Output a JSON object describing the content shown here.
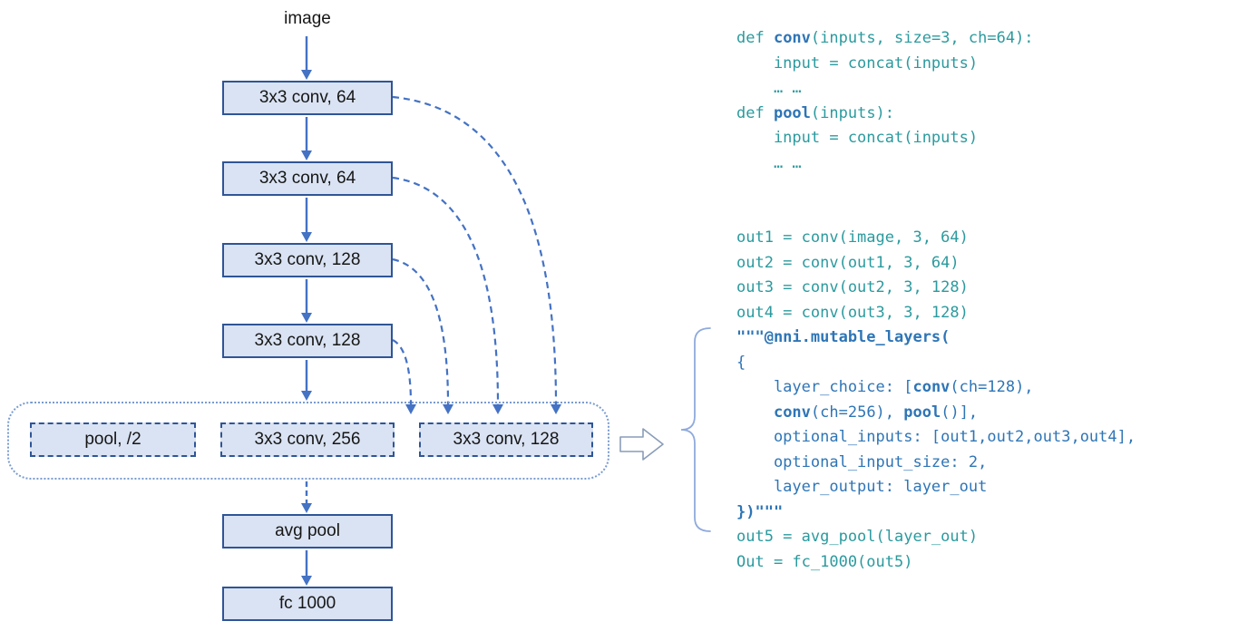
{
  "diagram": {
    "input_label": "image",
    "conv_layers": [
      "3x3 conv, 64",
      "3x3 conv, 64",
      "3x3 conv, 128",
      "3x3 conv, 128"
    ],
    "choice_layers": [
      "pool, /2",
      "3x3 conv, 256",
      "3x3 conv, 128"
    ],
    "tail_layers": [
      "avg pool",
      "fc 1000"
    ]
  },
  "colors": {
    "code_teal": "#2b9a9e",
    "code_blue": "#2e75b6",
    "box_fill": "#dae3f3",
    "box_border": "#2f5597",
    "arrow": "#4472c4"
  },
  "code": {
    "lines": [
      {
        "segs": [
          {
            "t": "def ",
            "c": "t"
          },
          {
            "t": "conv",
            "c": "b",
            "bold": true
          },
          {
            "t": "(inputs, size=3, ch=64):",
            "c": "t"
          }
        ]
      },
      {
        "segs": [
          {
            "t": "    input = concat(inputs)",
            "c": "t"
          }
        ]
      },
      {
        "segs": [
          {
            "t": "    … …",
            "c": "t"
          }
        ]
      },
      {
        "segs": [
          {
            "t": "def ",
            "c": "t"
          },
          {
            "t": "pool",
            "c": "b",
            "bold": true
          },
          {
            "t": "(inputs):",
            "c": "t"
          }
        ]
      },
      {
        "segs": [
          {
            "t": "    input = concat(inputs)",
            "c": "t"
          }
        ]
      },
      {
        "segs": [
          {
            "t": "    … …",
            "c": "t"
          }
        ]
      },
      {
        "segs": []
      },
      {
        "segs": []
      },
      {
        "segs": [
          {
            "t": "out1 = conv(image, 3, 64)",
            "c": "t"
          }
        ]
      },
      {
        "segs": [
          {
            "t": "out2 = conv(out1, 3, 64)",
            "c": "t"
          }
        ]
      },
      {
        "segs": [
          {
            "t": "out3 = conv(out2, 3, 128)",
            "c": "t"
          }
        ]
      },
      {
        "segs": [
          {
            "t": "out4 = conv(out3, 3, 128)",
            "c": "t"
          }
        ]
      },
      {
        "segs": [
          {
            "t": "\"\"\"@nni.mutable_layers(",
            "c": "b",
            "bold": true
          }
        ]
      },
      {
        "segs": [
          {
            "t": "{",
            "c": "b"
          }
        ]
      },
      {
        "segs": [
          {
            "t": "    layer_choice: [",
            "c": "b"
          },
          {
            "t": "conv",
            "c": "b",
            "bold": true
          },
          {
            "t": "(ch=128),",
            "c": "b"
          }
        ]
      },
      {
        "segs": [
          {
            "t": "    ",
            "c": "b"
          },
          {
            "t": "conv",
            "c": "b",
            "bold": true
          },
          {
            "t": "(ch=256), ",
            "c": "b"
          },
          {
            "t": "pool",
            "c": "b",
            "bold": true
          },
          {
            "t": "()],",
            "c": "b"
          }
        ]
      },
      {
        "segs": [
          {
            "t": "    optional_inputs: [out1,out2,out3,out4],",
            "c": "b"
          }
        ]
      },
      {
        "segs": [
          {
            "t": "    optional_input_size: 2,",
            "c": "b"
          }
        ]
      },
      {
        "segs": [
          {
            "t": "    layer_output: layer_out",
            "c": "b"
          }
        ]
      },
      {
        "segs": [
          {
            "t": "})\"\"\"",
            "c": "b",
            "bold": true
          }
        ]
      },
      {
        "segs": [
          {
            "t": "out5 = avg_pool(layer_out)",
            "c": "t"
          }
        ]
      },
      {
        "segs": [
          {
            "t": "Out = fc_1000(out5)",
            "c": "t"
          }
        ]
      }
    ]
  }
}
